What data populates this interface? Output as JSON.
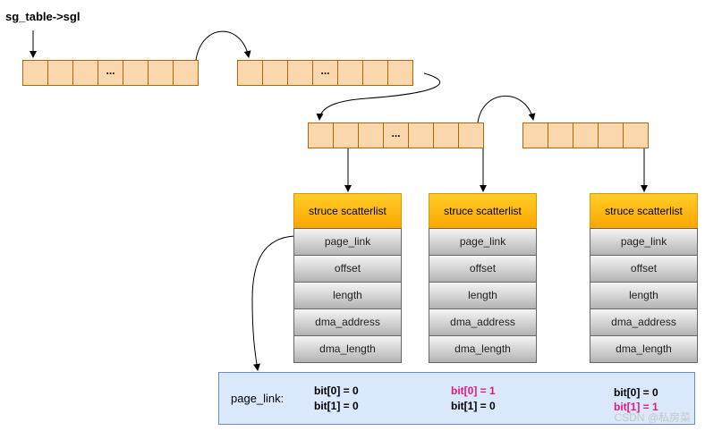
{
  "title": "sg_table->sgl",
  "ellipsis": "...",
  "struct": {
    "header": "struce scatterlist",
    "fields": [
      "page_link",
      "offset",
      "length",
      "dma_address",
      "dma_length"
    ]
  },
  "legend": {
    "label": "page_link:",
    "groups": [
      {
        "bit0": "bit[0] = 0",
        "bit1": "bit[1] = 0"
      },
      {
        "bit0": "bit[0] = 1",
        "bit1": "bit[1] = 0"
      },
      {
        "bit0": "bit[0] = 0",
        "bit1": "bit[1] = 1"
      }
    ]
  },
  "watermark": "CSDN @私房菜",
  "colors": {
    "cell_fill": "#fad7ac",
    "cell_stroke": "#b46504",
    "header_fill": "#ffa500",
    "legend_fill": "#dae8fc",
    "highlight": "#e6177e"
  }
}
